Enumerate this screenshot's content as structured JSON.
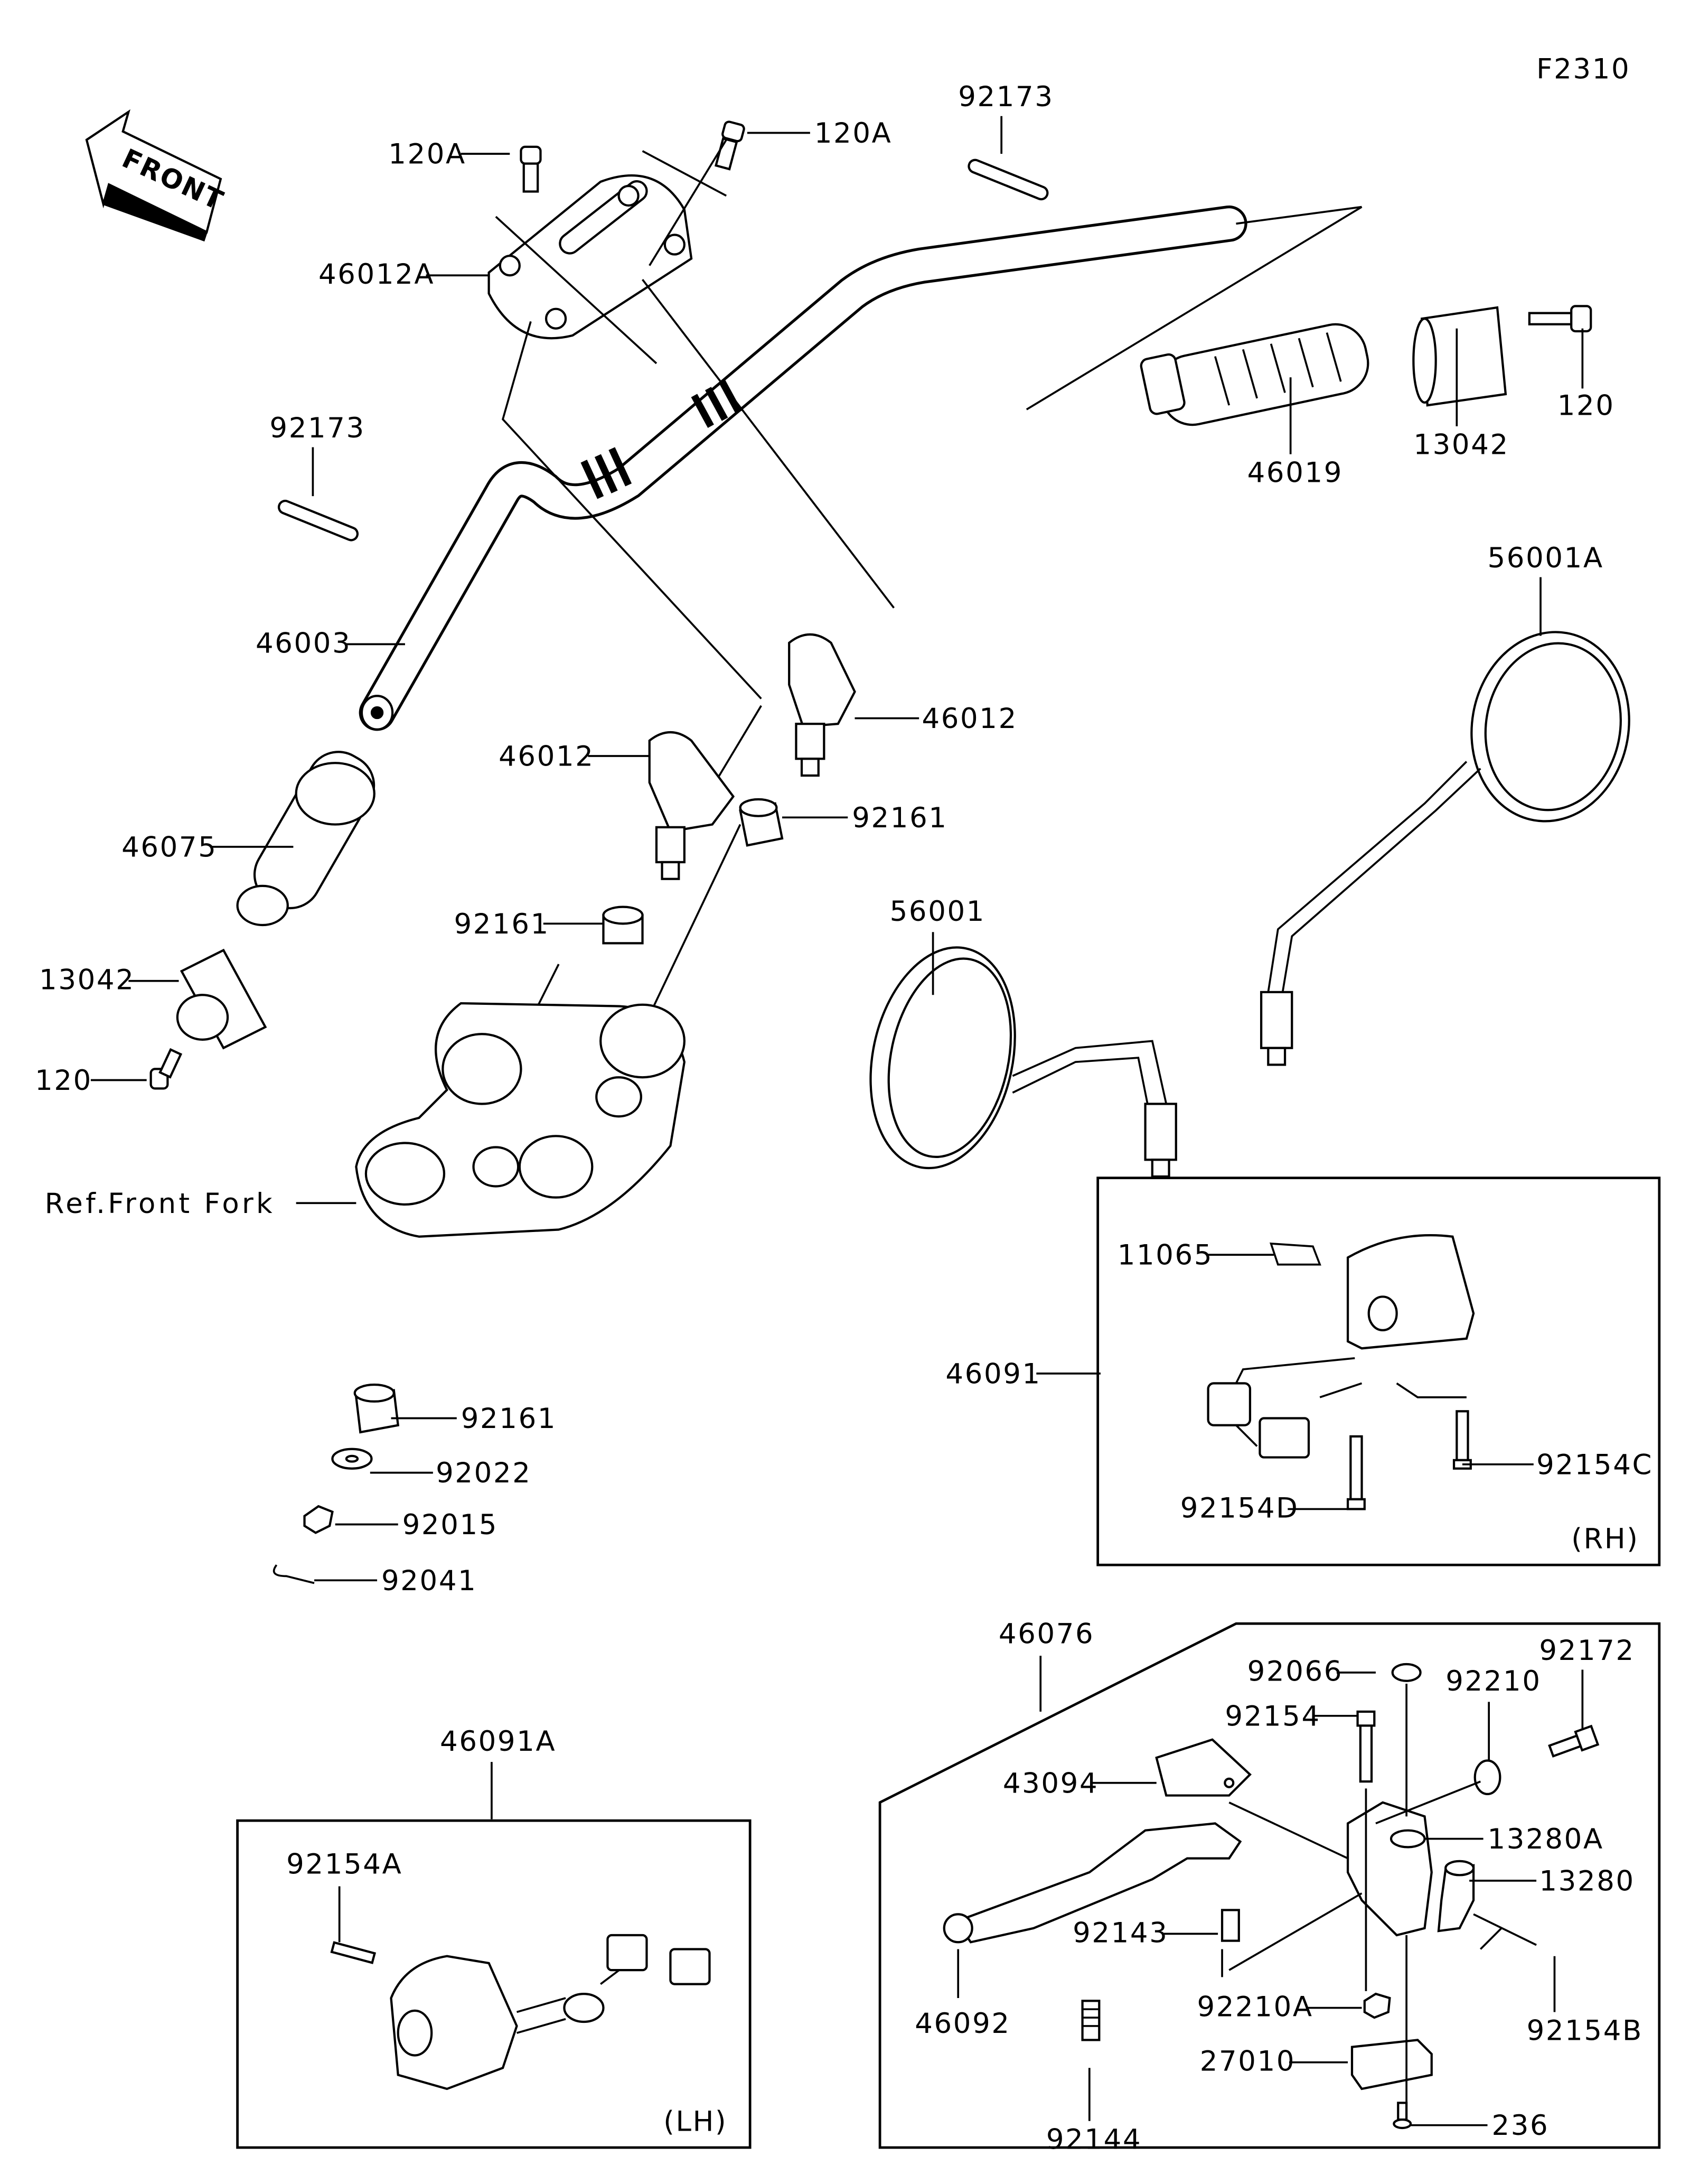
{
  "diagram_code": "F2310",
  "front_arrow_label": "FRONT",
  "rh_box_label": "(RH)",
  "lh_box_label": "(LH)",
  "callouts": [
    {
      "part_no": "120A"
    },
    {
      "part_no": "120A"
    },
    {
      "part_no": "92173"
    },
    {
      "part_no": "46012A"
    },
    {
      "part_no": "92173"
    },
    {
      "part_no": "46003"
    },
    {
      "part_no": "46019"
    },
    {
      "part_no": "13042"
    },
    {
      "part_no": "120"
    },
    {
      "part_no": "56001A"
    },
    {
      "part_no": "46012"
    },
    {
      "part_no": "46012"
    },
    {
      "part_no": "92161"
    },
    {
      "part_no": "46075"
    },
    {
      "part_no": "56001"
    },
    {
      "part_no": "92161"
    },
    {
      "part_no": "13042"
    },
    {
      "part_no": "120"
    },
    {
      "part_no": "Ref.Front Fork"
    },
    {
      "part_no": "11065"
    },
    {
      "part_no": "46091"
    },
    {
      "part_no": "92161"
    },
    {
      "part_no": "92154C"
    },
    {
      "part_no": "92022"
    },
    {
      "part_no": "92154D"
    },
    {
      "part_no": "92015"
    },
    {
      "part_no": "92041"
    },
    {
      "part_no": "46076"
    },
    {
      "part_no": "92172"
    },
    {
      "part_no": "92066"
    },
    {
      "part_no": "92210"
    },
    {
      "part_no": "92154"
    },
    {
      "part_no": "46091A"
    },
    {
      "part_no": "43094"
    },
    {
      "part_no": "13280A"
    },
    {
      "part_no": "92154A"
    },
    {
      "part_no": "13280"
    },
    {
      "part_no": "92143"
    },
    {
      "part_no": "92210A"
    },
    {
      "part_no": "46092"
    },
    {
      "part_no": "92154B"
    },
    {
      "part_no": "27010"
    },
    {
      "part_no": "92144"
    },
    {
      "part_no": "236"
    }
  ]
}
